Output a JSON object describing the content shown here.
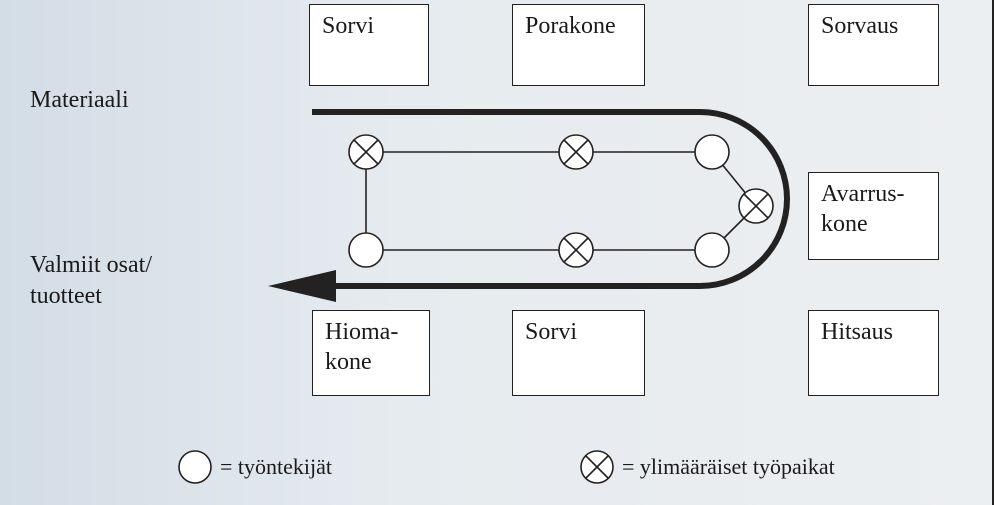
{
  "machines": {
    "sorvi_top": "Sorvi",
    "porakone": "Porakone",
    "sorvaus": "Sorvaus",
    "avarruskone_line1": "Avarrus-",
    "avarruskone_line2": "kone",
    "hiomakone_line1": "Hioma-",
    "hiomakone_line2": "kone",
    "sorvi_bottom": "Sorvi",
    "hitsaus": "Hitsaus"
  },
  "flow": {
    "input_label": "Materiaali",
    "output_label_line1": "Valmiit osat/",
    "output_label_line2": "tuotteet"
  },
  "legend": {
    "worker_label": "= työntekijät",
    "extra_label": "= ylimääräiset työpaikat"
  },
  "colors": {
    "line": "#222222",
    "box_fill": "#ffffff",
    "background": "#e6ebef"
  }
}
